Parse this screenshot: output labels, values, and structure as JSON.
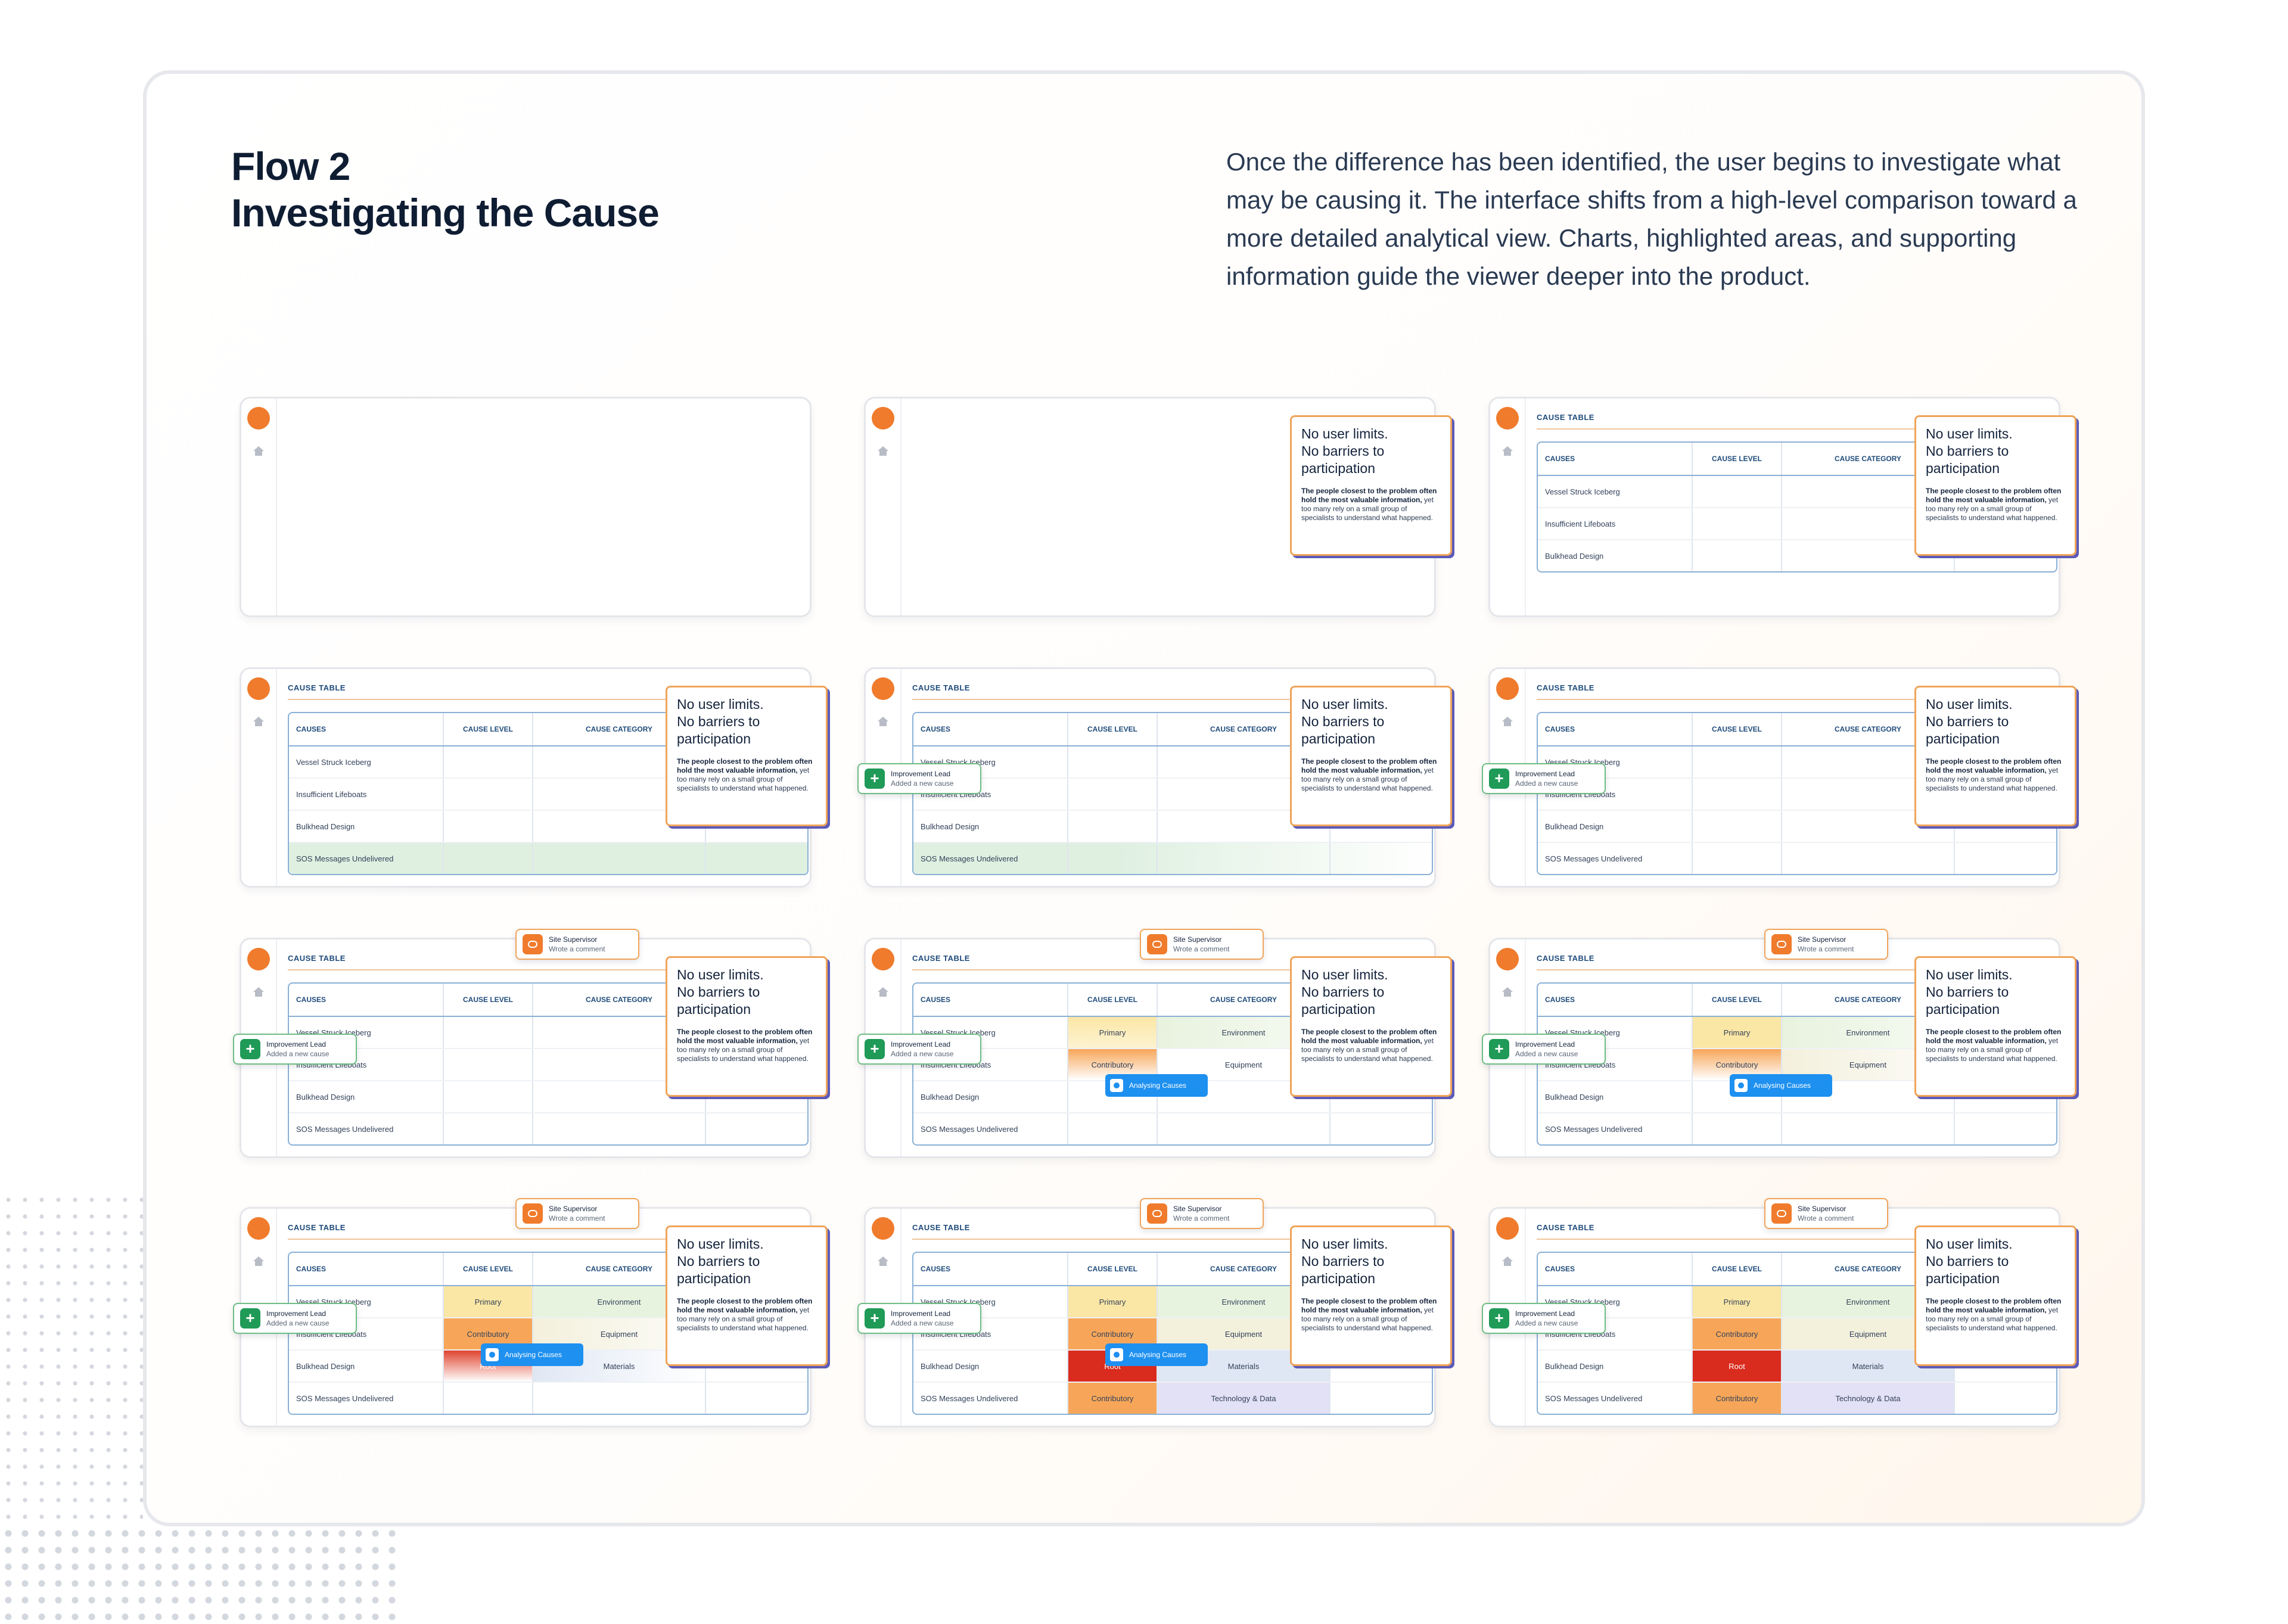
{
  "title_line1": "Flow 2",
  "title_line2": "Investigating the Cause",
  "intro": "Once the difference has been identified, the user begins to investigate what may be causing it. The interface shifts from a high-level comparison toward a more detailed analytical view. Charts, highlighted areas, and supporting information guide the viewer deeper into the product.",
  "app": {
    "logo_text": "",
    "cause_table_label": "CAUSE TABLE",
    "headers": [
      "CAUSES",
      "CAUSE LEVEL",
      "CAUSE CATEGORY"
    ],
    "causes": [
      "Vessel Struck Iceberg",
      "Insufficient Lifeboats",
      "Bulkhead Design",
      "SOS Messages Undelivered"
    ]
  },
  "callout": {
    "heading_line1": "No user limits.",
    "heading_line2": "No barriers to",
    "heading_line3": "participation",
    "body_bold": "The people closest to the problem often hold the most valuable information,",
    "body_rest": " yet too many rely on a small group of specialists to understand what happened."
  },
  "badges": {
    "lead_title": "Improvement Lead",
    "lead_sub": "Added a new cause",
    "supervisor_title": "Site Supervisor",
    "supervisor_sub": "Wrote a comment",
    "analysing": "Analysing Causes"
  },
  "levels": {
    "primary": "Primary",
    "contributory": "Contributory",
    "root": "Root"
  },
  "categories": {
    "environment": "Environment",
    "equipment": "Equipment",
    "materials": "Materials",
    "tech": "Technology & Data"
  },
  "colors": {
    "brand_orange": "#f07b2c",
    "accent_green": "#1f9a57",
    "accent_blue": "#1e90f0",
    "root_red": "#d92b1e",
    "callout_shadow": "#5c5bb8"
  }
}
